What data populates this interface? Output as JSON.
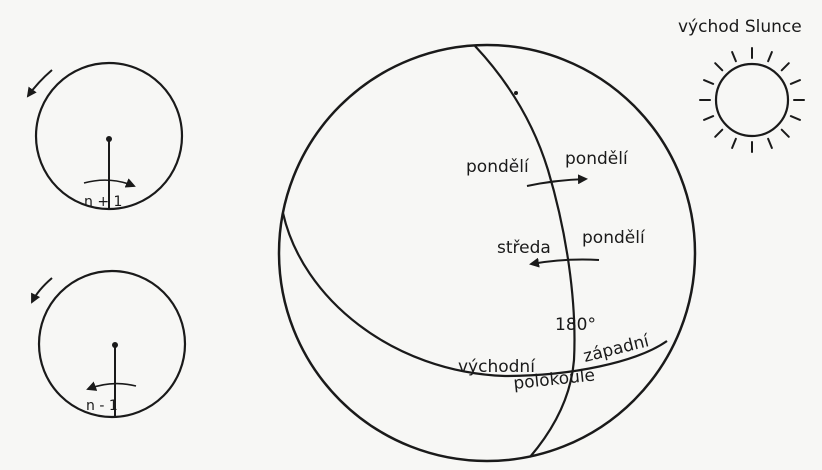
{
  "sun": {
    "label": "východ Slunce"
  },
  "dials": [
    {
      "label": "n + 1",
      "direction": "clockwise"
    },
    {
      "label": "n - 1",
      "direction": "counterclockwise"
    }
  ],
  "globe": {
    "meridian_label": "180°",
    "arrow_upper": {
      "left": "pondělí",
      "right": "pondělí",
      "direction": "east"
    },
    "arrow_lower": {
      "left": "středa",
      "right": "pondělí",
      "direction": "west"
    },
    "hemisphere_east": "východní",
    "hemisphere_west": "západní",
    "hemisphere_word": "polokoule"
  },
  "colors": {
    "ink": "#1a1a1a",
    "paper": "#f7f7f5"
  }
}
